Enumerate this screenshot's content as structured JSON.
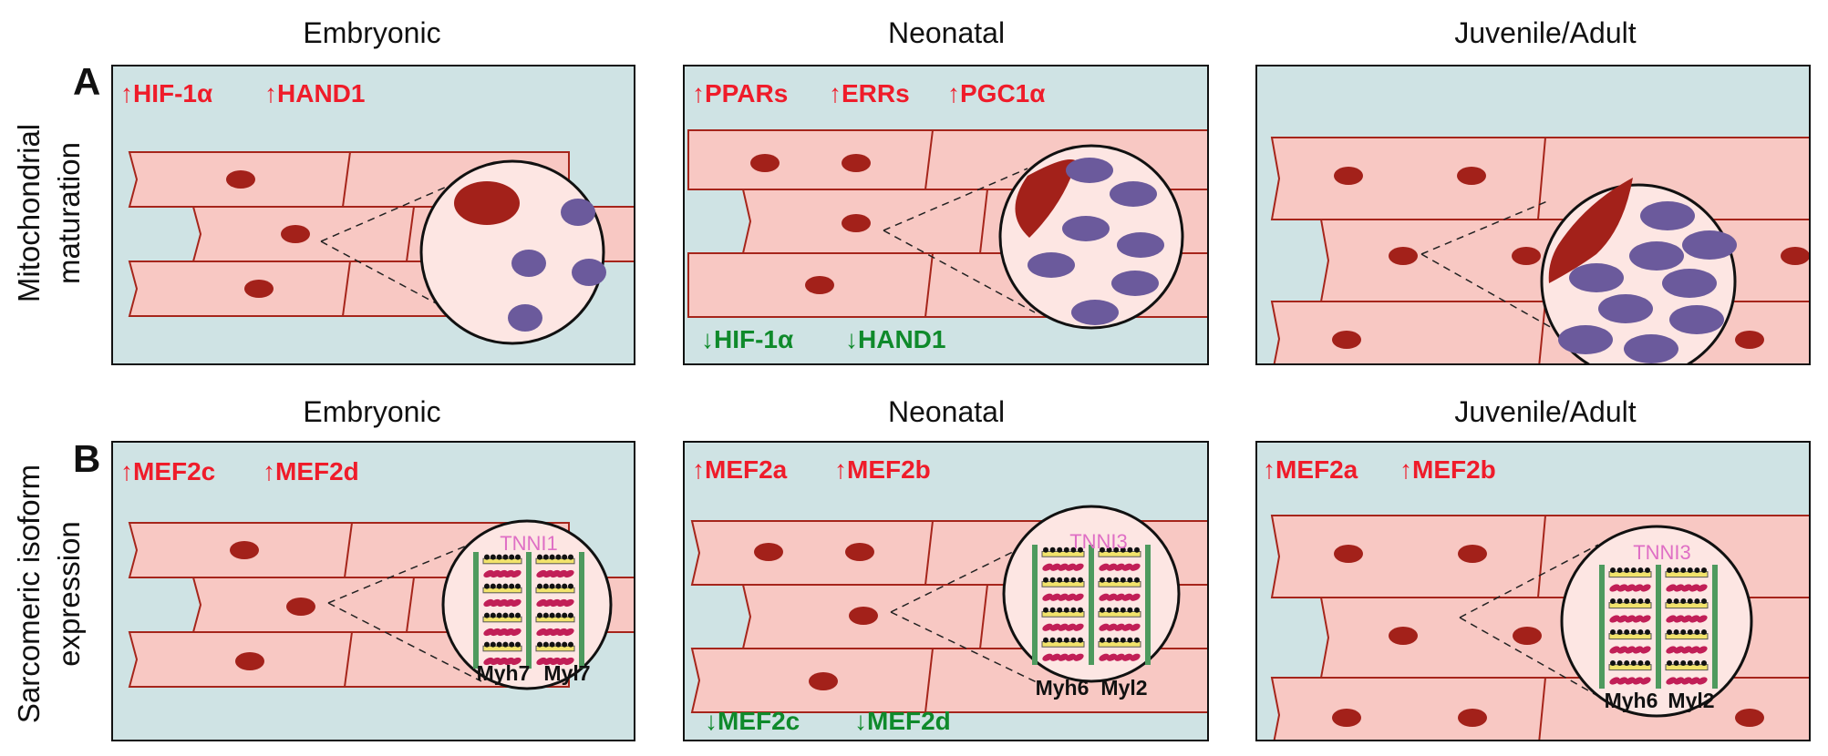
{
  "row_a": {
    "letter": "A",
    "label_line1": "Mitochondrial",
    "label_line2": "maturation"
  },
  "row_b": {
    "letter": "B",
    "label_line1": "Sarcomeric isoform",
    "label_line2": "expression"
  },
  "a1": {
    "title": "Embryonic",
    "up_1": "↑HIF-1α",
    "up_2": "↑HAND1"
  },
  "a2": {
    "title": "Neonatal",
    "up_1": "↑PPARs",
    "up_2": "↑ERRs",
    "up_3": "↑PGC1α",
    "down_1": "↓HIF-1α",
    "down_2": "↓HAND1"
  },
  "a3": {
    "title": "Juvenile/Adult"
  },
  "b1": {
    "title": "Embryonic",
    "up_1": "↑MEF2c",
    "up_2": "↑MEF2d",
    "tnni": "TNNI1",
    "myh": "Myh7",
    "myl": "Myl7"
  },
  "b2": {
    "title": "Neonatal",
    "up_1": "↑MEF2a",
    "up_2": "↑MEF2b",
    "down_1": "↓MEF2c",
    "down_2": "↓MEF2d",
    "tnni": "TNNI3",
    "myh": "Myh6",
    "myl": "Myl2"
  },
  "b3": {
    "title": "Juvenile/Adult",
    "up_1": "↑MEF2a",
    "up_2": "↑MEF2b",
    "tnni": "TNNI3",
    "myh": "Myh6",
    "myl": "Myl2"
  },
  "colors": {
    "panel_bg": "#cfe3e4",
    "cell_fill": "#f8c8c3",
    "cell_stroke": "#a6251b",
    "nucleus": "#a3211a",
    "zoom_fill": "#fde6e3",
    "mito_fill": "#6b5a9c",
    "up_text": "#ef1c2a",
    "down_text": "#0f8a2b",
    "tnni_text": "#df6fc5",
    "z_disc": "#4e9a5e",
    "thick_filament": "#f2e36b",
    "thin_myosin": "#c11f57"
  }
}
